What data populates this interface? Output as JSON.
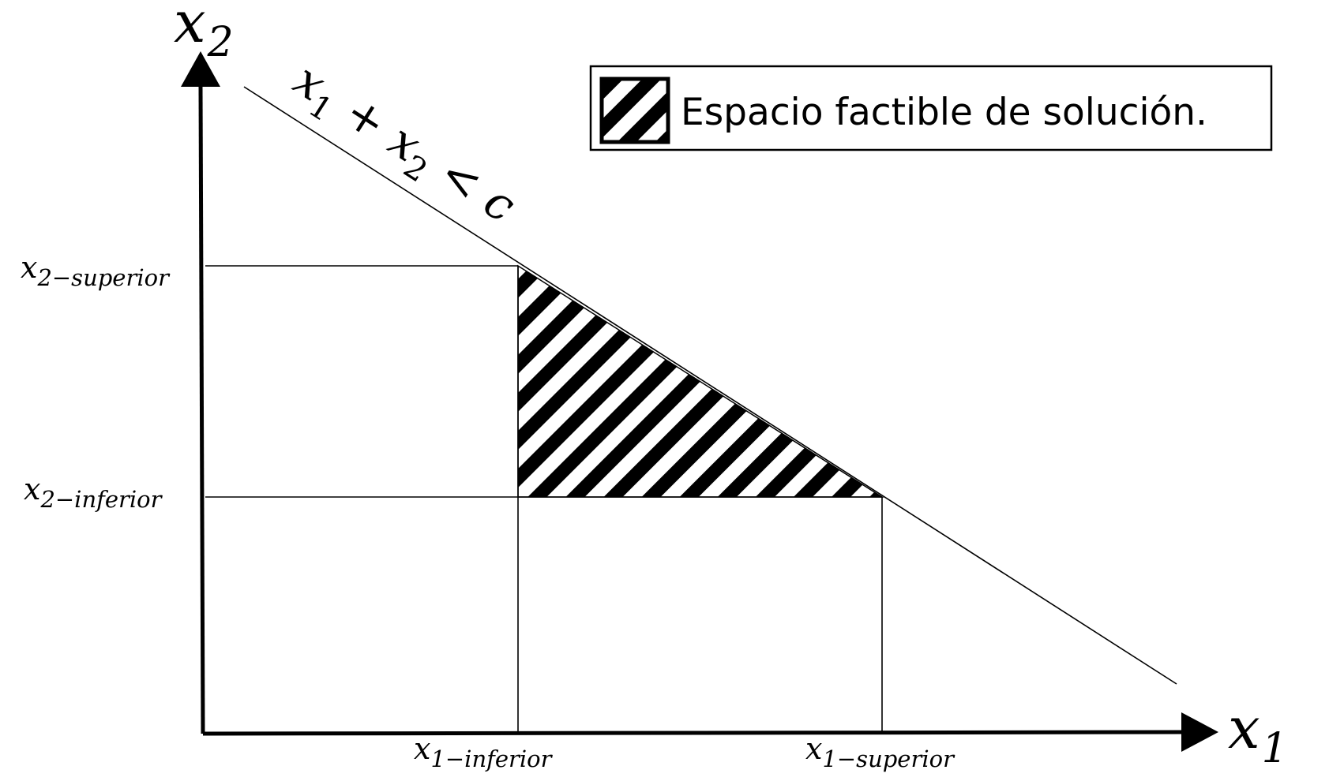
{
  "axes": {
    "x_label": "x",
    "x_label_sub": "1",
    "y_label": "x",
    "y_label_sub": "2"
  },
  "constraint": {
    "label": "x1 + x2 < c",
    "base1": "x",
    "sub1": "1",
    "plus": "+",
    "base2": "x",
    "sub2": "2",
    "lt": "<",
    "c": "c"
  },
  "x_ticks": {
    "lower": {
      "base": "x",
      "sub": "1−inferior"
    },
    "upper": {
      "base": "x",
      "sub": "1−superior"
    }
  },
  "y_ticks": {
    "upper": {
      "base": "x",
      "sub": "2−superior"
    },
    "lower": {
      "base": "x",
      "sub": "2−inferior"
    }
  },
  "legend": {
    "label": "Espacio factible de solución.",
    "swatch_icon": "hatch-swatch-icon"
  },
  "colors": {
    "ink": "#000000",
    "background": "#ffffff"
  }
}
